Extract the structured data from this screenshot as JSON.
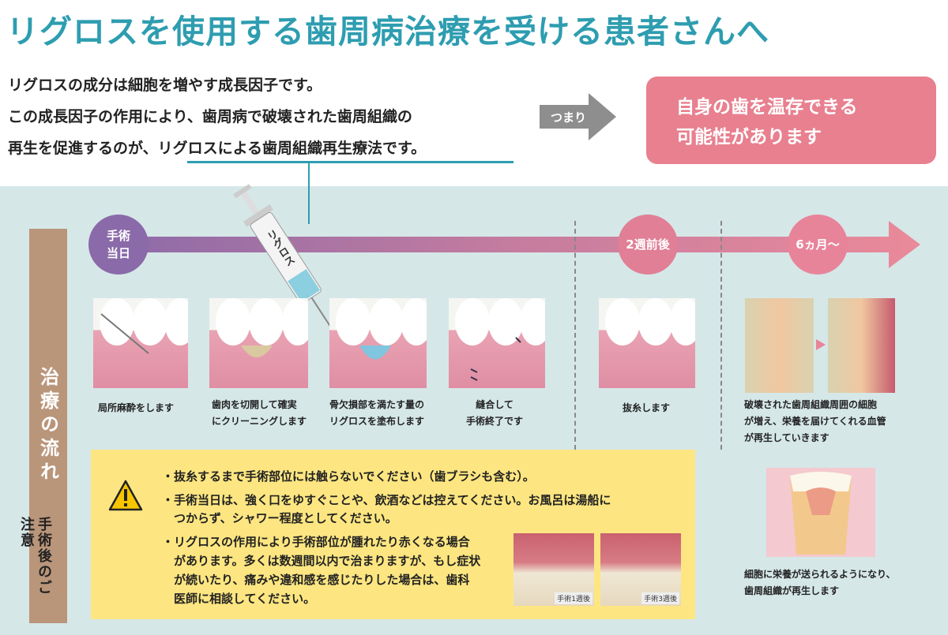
{
  "title": "リグロスを使用する歯周病治療を受ける患者さんへ",
  "intro": [
    "リグロスの成分は細胞を増やす成長因子です。",
    "この成長因子の作用により、歯周病で破壊された歯周組織の",
    "再生を促進するのが、リグロスによる歯周組織再生療法です。"
  ],
  "tsumari": "つまり",
  "result": [
    "自身の歯を温存できる",
    "可能性があります"
  ],
  "flow_label": "治療の流れ",
  "syringe_label": "リグロス",
  "timeline": {
    "day0": [
      "手術",
      "当日"
    ],
    "week2": "2週前後",
    "month6": "6ヵ月〜"
  },
  "steps": [
    {
      "caption": [
        "局所麻酔をします"
      ]
    },
    {
      "caption": [
        "歯肉を切開して確実",
        "にクリーニングします"
      ]
    },
    {
      "caption": [
        "骨欠損部を満たす量の",
        "リグロスを塗布します"
      ]
    },
    {
      "caption": [
        "縫合して",
        "手術終了です"
      ]
    },
    {
      "caption": [
        "抜糸します"
      ]
    },
    {
      "caption": [
        "破壊された歯周組織周囲の細胞",
        "が増え、栄養を届けてくれる血管",
        "が再生していきます"
      ]
    },
    {
      "caption": [
        "細胞に栄養が送られるようになり、",
        "歯周組織が再生します"
      ]
    }
  ],
  "warning": {
    "title": "手術後のご注意",
    "lines": [
      "・抜糸するまで手術部位には触らないでください（歯ブラシも含む）。",
      "・手術当日は、強く口をゆすぐことや、飲酒などは控えてください。お風呂は湯船に",
      "　つからず、シャワー程度としてください。",
      "・リグロスの作用により手術部位が腫れたり赤くなる場合",
      "　があります。多くは数週間以内で治まりますが、もし症状",
      "　が続いたり、痛みや違和感を感じたりした場合は、歯科",
      "　医師に相談してください。"
    ],
    "photo1": "手術1週後",
    "photo2": "手術3週後"
  },
  "colors": {
    "title": "#2e9db0",
    "result_box": "#e8808f",
    "panel": "#d6e7e8",
    "warning": "#fde681"
  }
}
